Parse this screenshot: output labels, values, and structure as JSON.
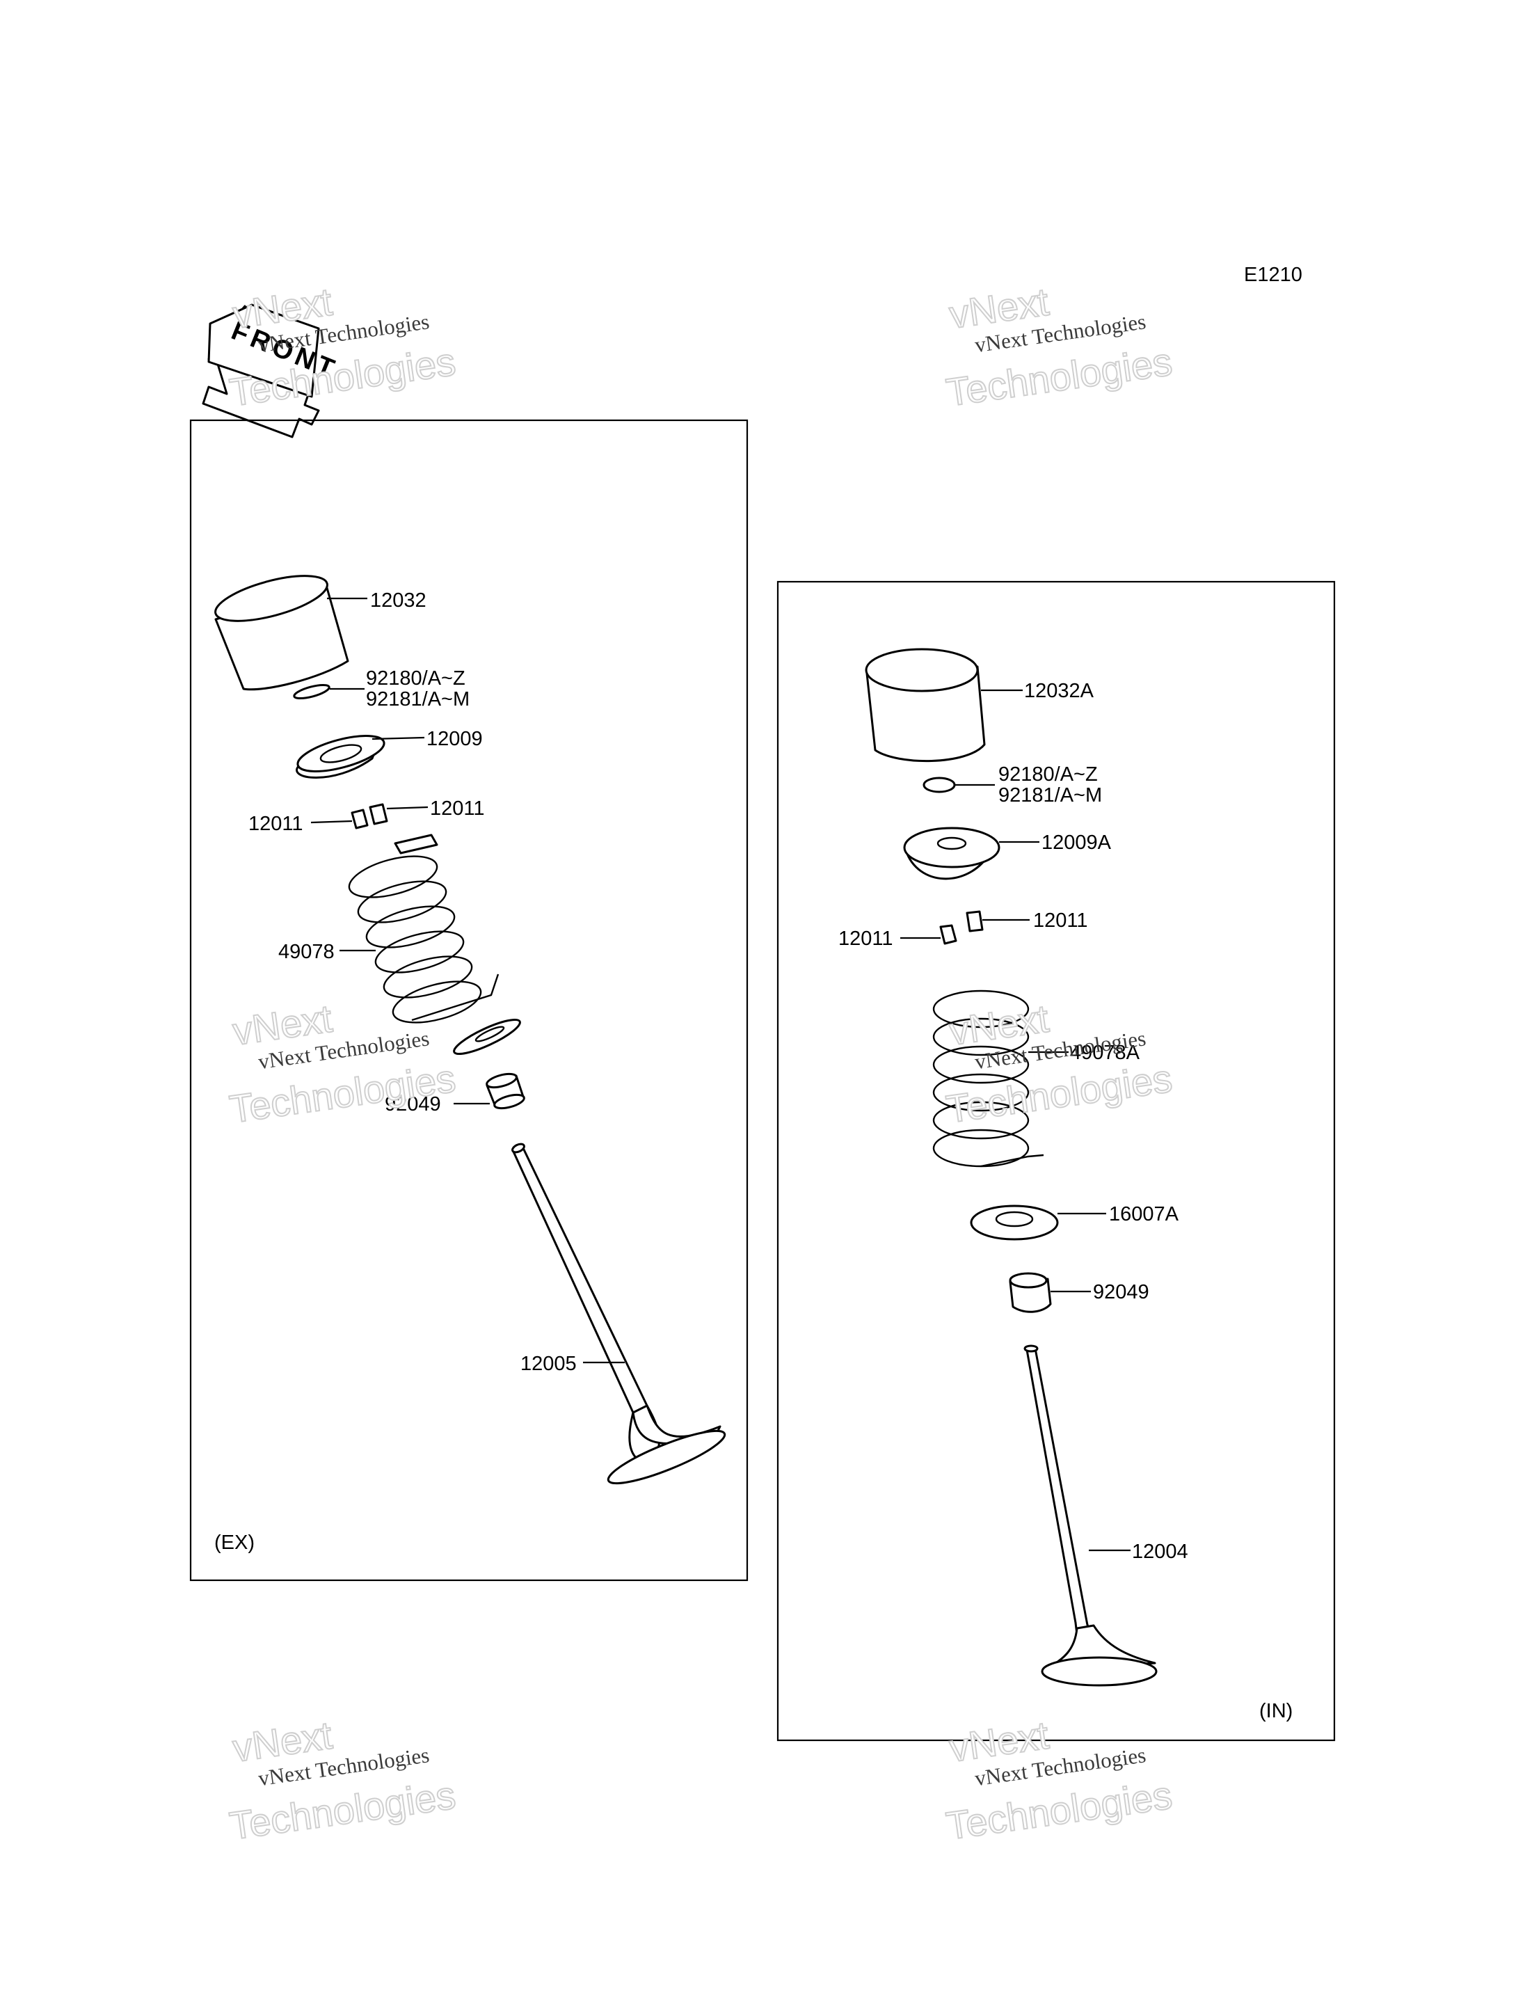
{
  "diagram_code": "E1210",
  "front_marker": "FRONT",
  "watermarks": {
    "line1": "vNext Technologies",
    "line2": "vNext",
    "line3": "Technologies"
  },
  "exhaust_panel": {
    "label": "(EX)",
    "parts": {
      "tappet": "12032",
      "shim_a": "92180/A~Z",
      "shim_b": "92181/A~M",
      "retainer": "12009",
      "cotter_right": "12011",
      "cotter_left": "12011",
      "spring": "49078",
      "seal": "92049",
      "valve": "12005"
    }
  },
  "intake_panel": {
    "label": "(IN)",
    "parts": {
      "tappet": "12032A",
      "shim_a": "92180/A~Z",
      "shim_b": "92181/A~M",
      "retainer": "12009A",
      "cotter_right": "12011",
      "cotter_left": "12011",
      "spring": "49078A",
      "spring_seat": "16007A",
      "seal": "92049",
      "valve": "12004"
    }
  }
}
